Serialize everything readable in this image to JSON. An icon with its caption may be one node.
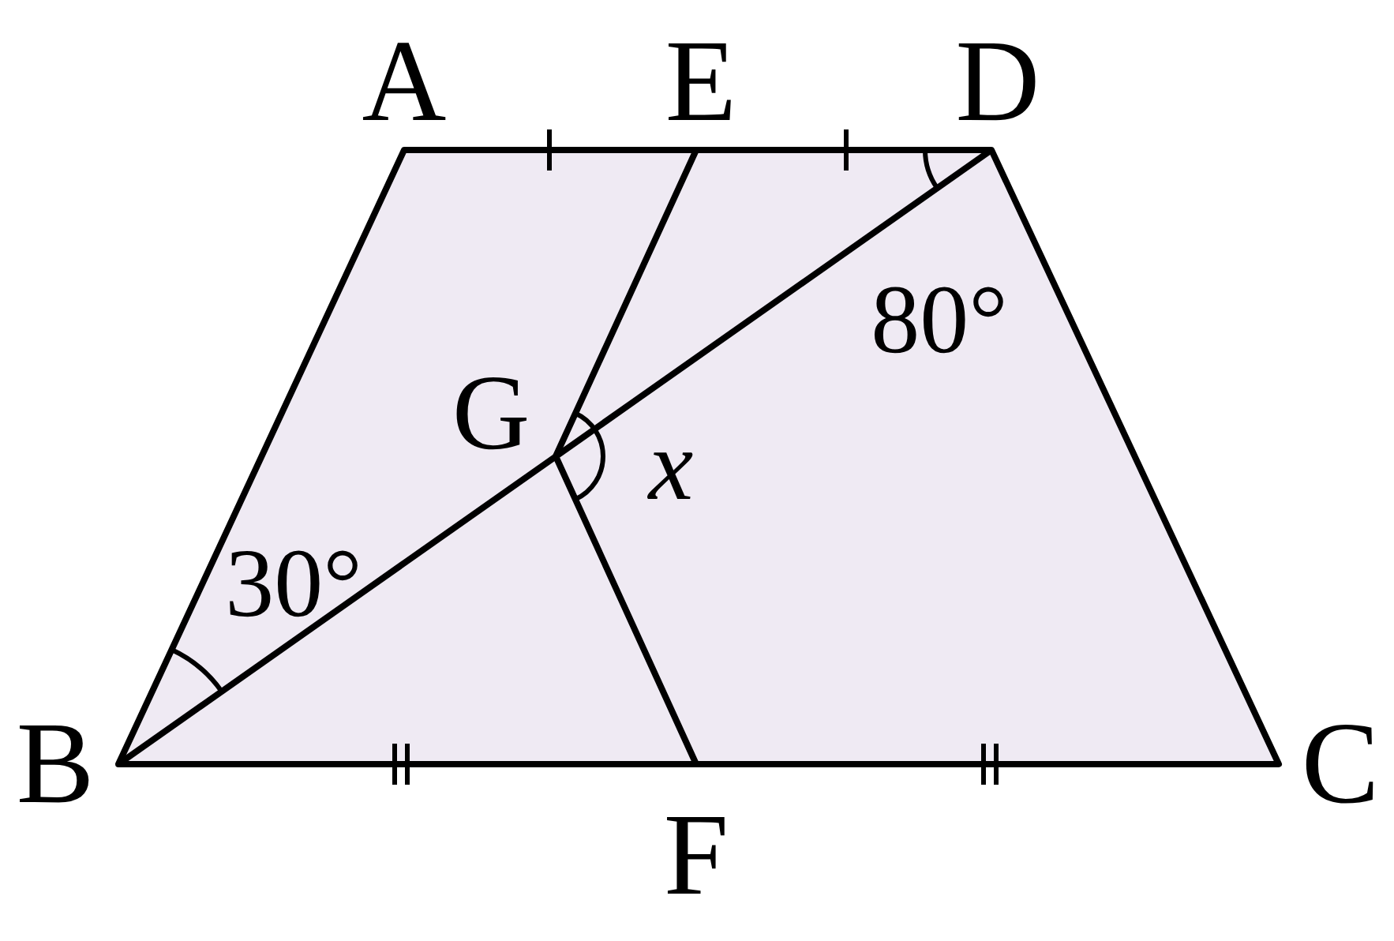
{
  "diagram": {
    "labels": [
      "A",
      "E",
      "D",
      "G",
      "80°",
      "x",
      "30°",
      "B",
      "F",
      "C"
    ]
  }
}
